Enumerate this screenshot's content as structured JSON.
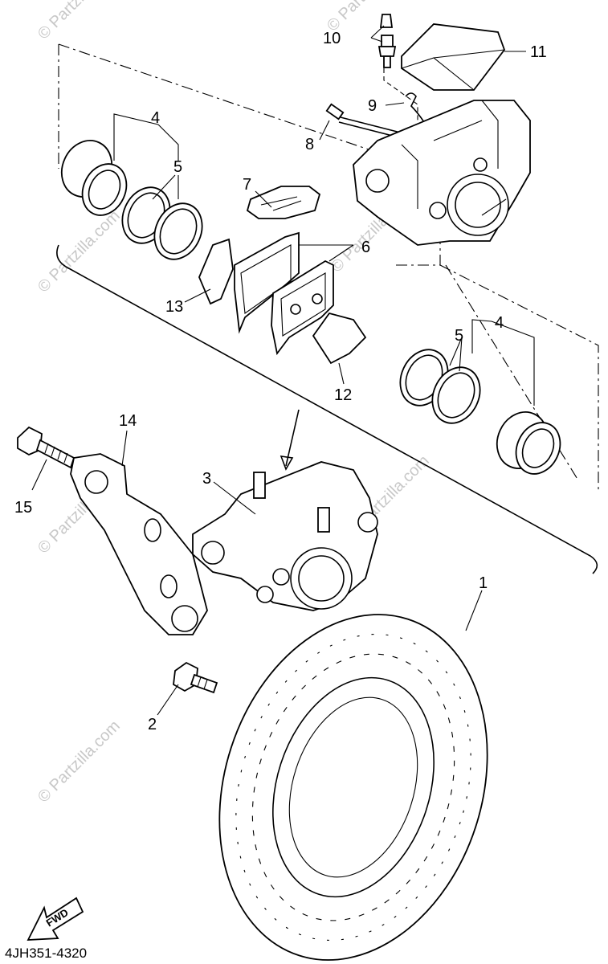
{
  "diagram": {
    "drawing_code": "4JH351-4320",
    "fwd_label": "FWD",
    "watermark_text": "© Partzilla.com",
    "callouts": [
      "1",
      "2",
      "3",
      "4",
      "4",
      "5",
      "5",
      "6",
      "7",
      "8",
      "9",
      "10",
      "11",
      "12",
      "13",
      "14",
      "15"
    ]
  }
}
